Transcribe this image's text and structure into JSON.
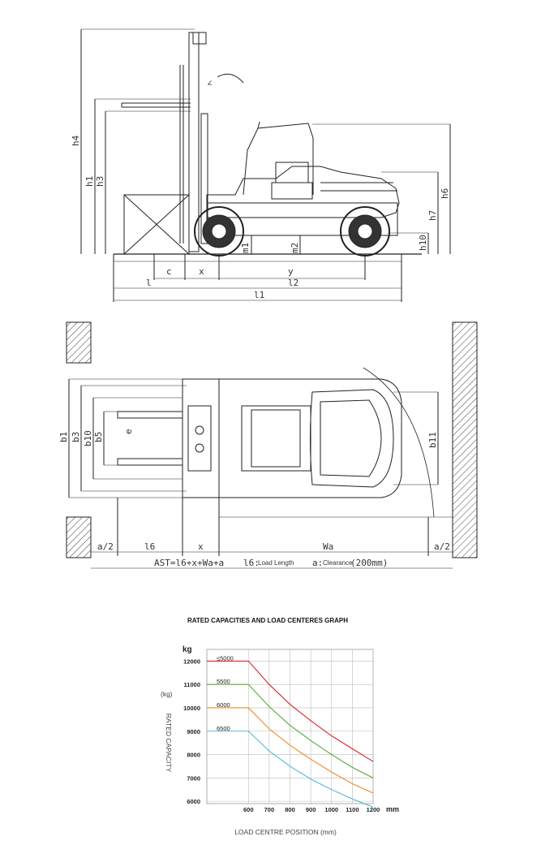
{
  "side_view": {
    "dims_vertical": [
      "h4",
      "h1",
      "h3",
      "h6",
      "h7",
      "h10"
    ],
    "dims_bottom": [
      "c",
      "x",
      "y",
      "l",
      "l2",
      "l1"
    ],
    "dims_small": [
      "m1",
      "m2"
    ]
  },
  "top_view": {
    "dims_vertical": [
      "b1",
      "b3",
      "b10",
      "b5",
      "b11"
    ],
    "e_label": "e",
    "dims_bottom": [
      "a/2",
      "l6",
      "x",
      "Wa",
      "a/2"
    ],
    "formula": "AST=l6+x+Wa+a",
    "l6_label": "l6:",
    "l6_note": "Load Length",
    "a_label": "a:",
    "a_note": "Clearance",
    "a_value": "(200mm)"
  },
  "chart_data": {
    "type": "line",
    "title": "RATED CAPACITIES AND LOAD CENTERES GRAPH",
    "xlabel": "LOAD CENTRE POSITION (mm)",
    "ylabel": "RATED CAPACITY",
    "yunit_label": "(kg)",
    "yunit_top": "kg",
    "xunit": "mm",
    "x_ticks": [
      600,
      700,
      800,
      900,
      1000,
      1100,
      1200
    ],
    "y_ticks": [
      6000,
      7000,
      8000,
      9000,
      10000,
      11000,
      12000
    ],
    "xlim": [
      400,
      1200
    ],
    "ylim": [
      5900,
      12500
    ],
    "x": [
      400,
      600,
      700,
      800,
      900,
      1000,
      1100,
      1200
    ],
    "series": [
      {
        "name": "≤5000",
        "color": "#d9252a",
        "values": [
          12000,
          12000,
          11000,
          10150,
          9450,
          8800,
          8250,
          7700
        ]
      },
      {
        "name": "5500",
        "color": "#55aa33",
        "values": [
          11000,
          11000,
          10050,
          9250,
          8600,
          8000,
          7450,
          7000
        ]
      },
      {
        "name": "6000",
        "color": "#ee8a22",
        "values": [
          10000,
          10000,
          9100,
          8400,
          7800,
          7250,
          6750,
          6350
        ]
      },
      {
        "name": "6500",
        "color": "#55b8d8",
        "values": [
          9000,
          9000,
          8150,
          7500,
          6950,
          6500,
          6100,
          5750
        ]
      }
    ]
  }
}
